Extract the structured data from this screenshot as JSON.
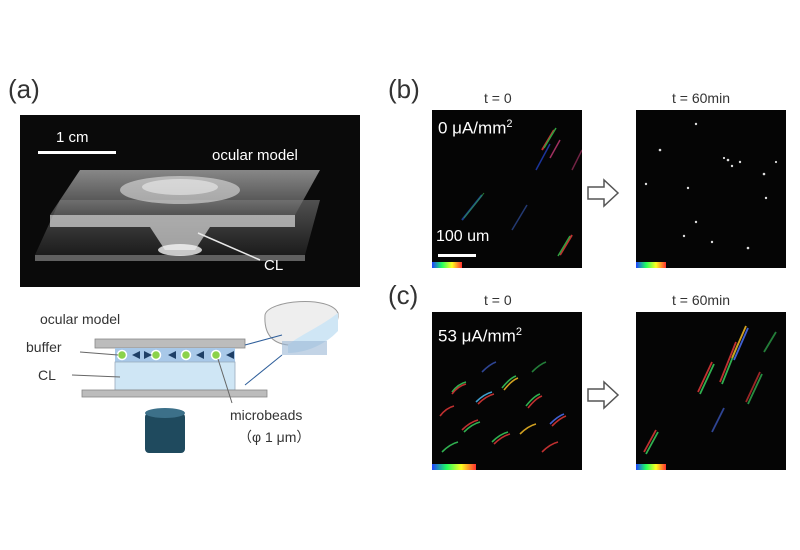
{
  "figure": {
    "panel_a": {
      "label": "(a)",
      "photo": {
        "scale_bar": "1 cm",
        "model_label": "ocular model",
        "cl_label": "CL"
      },
      "schematic": {
        "ocular_model": "ocular model",
        "buffer": "buffer",
        "cl": "CL",
        "microbeads": "microbeads",
        "microbeads_size": "（φ 1 μm）"
      }
    },
    "panel_b": {
      "label": "(b)",
      "t0": "t = 0",
      "t60": "t = 60min",
      "current": "0 μA/mm",
      "current_sup": "2",
      "scale_bar": "100 um"
    },
    "panel_c": {
      "label": "(c)",
      "t0": "t = 0",
      "t60": "t = 60min",
      "current": "53 μA/mm",
      "current_sup": "2"
    }
  },
  "colors": {
    "cl_fill": "#cfe6f5",
    "buffer_fill": "#a8c8e8",
    "bead": "#8bd24a",
    "objective": "#1f4a5e",
    "arrow_stroke": "#555555"
  }
}
